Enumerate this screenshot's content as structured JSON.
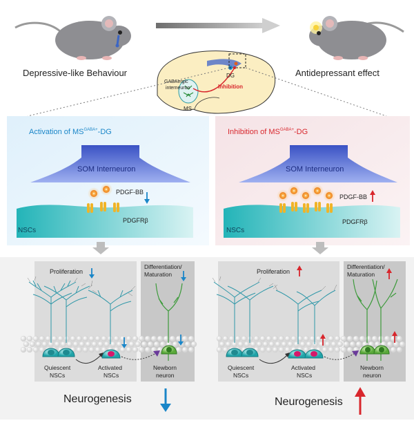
{
  "top": {
    "left_caption": "Depressive-like Behaviour",
    "right_caption": "Antidepressant effect",
    "brain": {
      "dg_label": "DG",
      "ms_label": "MS",
      "gaba_label_line1": "GABAergic",
      "gaba_label_line2": "interneuron",
      "inhibition_label": "Inhibition"
    }
  },
  "left_panel": {
    "title_prefix": "Activation of MS",
    "title_superscript": "GABA+",
    "title_suffix": "-DG",
    "title_color": "#1a86c8",
    "som_label": "SOM Interneuron",
    "pdgf_label": "PDGF-BB",
    "pdgf_direction": "down",
    "receptor_label": "PDGFRβ",
    "nscs_label": "NSCs",
    "bg_color": "#e3f1fb"
  },
  "right_panel": {
    "title_prefix": "Inhibition of MS",
    "title_superscript": "GABA+",
    "title_suffix": "-DG",
    "title_color": "#d8262c",
    "som_label": "SOM Interneuron",
    "pdgf_label": "PDGF-BB",
    "pdgf_direction": "up",
    "receptor_label": "PDGFRβ",
    "nscs_label": "NSCs",
    "bg_color": "#f6e6e8"
  },
  "bottom_left": {
    "proliferation_label": "Proliferation",
    "differentiation_line1": "Differentiation/",
    "differentiation_line2": "Maturation",
    "quiescent_line1": "Quiescent",
    "quiescent_line2": "NSCs",
    "activated_line1": "Activated",
    "activated_line2": "NSCs",
    "newborn_line1": "Newborn",
    "newborn_line2": "neuron",
    "neurogenesis_label": "Neurogenesis",
    "direction": "down"
  },
  "bottom_right": {
    "proliferation_label": "Proliferation",
    "differentiation_line1": "Differentiation/",
    "differentiation_line2": "Maturation",
    "quiescent_line1": "Quiescent",
    "quiescent_line2": "NSCs",
    "activated_line1": "Activated",
    "activated_line2": "NSCs",
    "newborn_line1": "Newborn",
    "newborn_line2": "neuron",
    "neurogenesis_label": "Neurogenesis",
    "direction": "up"
  },
  "colors": {
    "down_arrow": "#1a86c8",
    "up_arrow": "#d8262c",
    "som": "#5a6fd0",
    "nsc_cell": "#2bb7b9",
    "receptor": "#f0b428",
    "pdgf_ball": "#f08a24",
    "neuron_green": "#3c9a3a",
    "glia_teal": "#2e97a8"
  }
}
